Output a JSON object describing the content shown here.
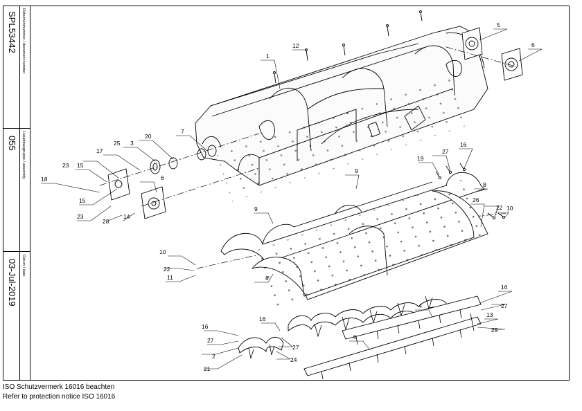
{
  "title_block": {
    "document_number_label": "Dokumentnummer / document number",
    "document_number": "SPL53442",
    "assembly_label": "Hauptbaugruppe / assembly",
    "assembly": "055",
    "date_label": "Datum / date",
    "date": "03-Jul-2019"
  },
  "callouts": [
    "1",
    "2",
    "3",
    "4",
    "4",
    "5",
    "6",
    "6",
    "7",
    "8",
    "8",
    "9",
    "9",
    "10",
    "10",
    "11",
    "12",
    "13",
    "14",
    "15",
    "15",
    "16",
    "16",
    "16",
    "16",
    "17",
    "18",
    "19",
    "20",
    "21",
    "22",
    "22",
    "23",
    "23",
    "24",
    "25",
    "26",
    "27",
    "27",
    "27",
    "27",
    "28",
    "29"
  ],
  "notice": {
    "line_de": "ISO Schutzvermerk 16016 beachten",
    "line_en": "Refer to protection notice ISO 16016"
  }
}
